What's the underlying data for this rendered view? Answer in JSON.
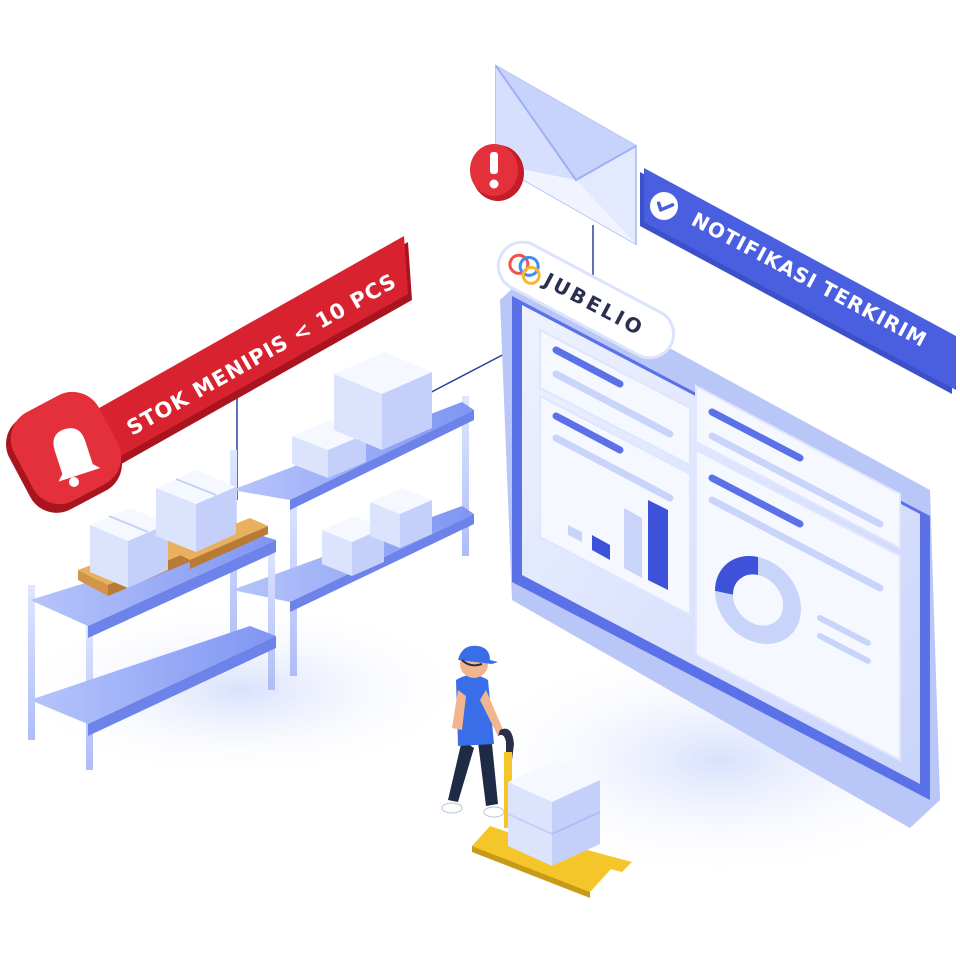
{
  "alert_banner": {
    "label": "STOK MENIPIS < 10 PCS"
  },
  "notification_banner": {
    "label": "NOTIFIKASI TERKIRIM"
  },
  "brand": {
    "name": "JUBELIO"
  },
  "colors": {
    "alert_red": "#d8222f",
    "notification_blue": "#4a5fe0",
    "shelf_blue": "#8fa2f5",
    "pallet_orange": "#e9b05e",
    "forklift_yellow": "#f5c62a"
  },
  "icons": [
    "bell-icon",
    "envelope-icon",
    "exclamation-icon",
    "check-badge-icon",
    "jubelio-logo-icon"
  ]
}
